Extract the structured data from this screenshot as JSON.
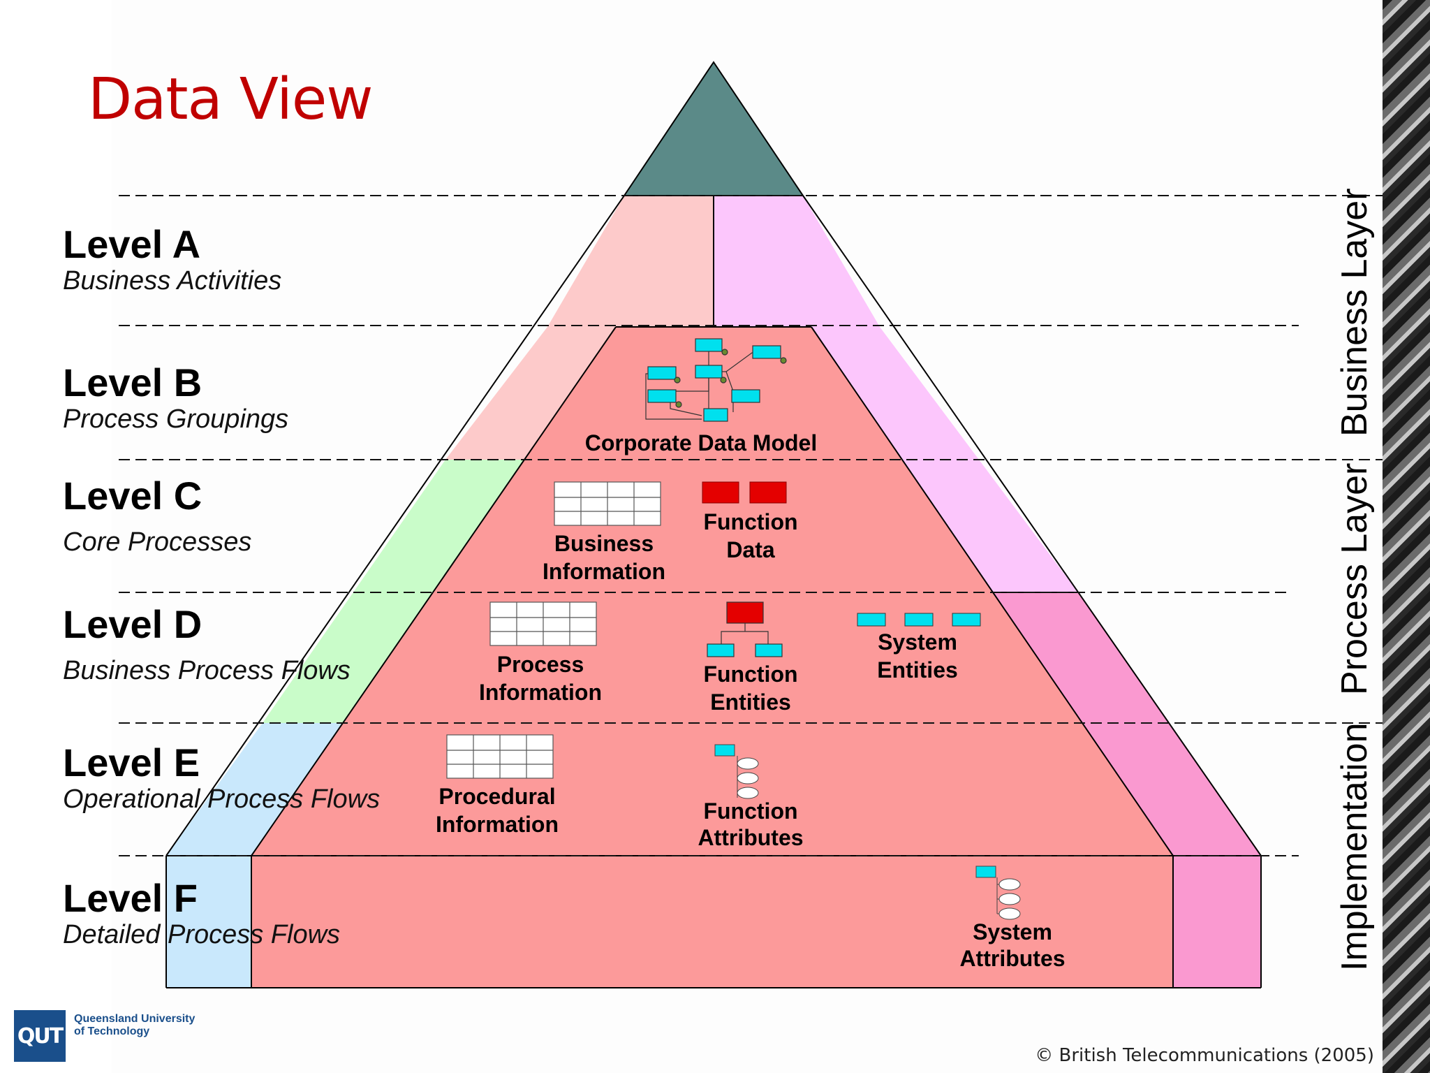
{
  "title": "Data View",
  "levels": [
    {
      "name": "Level A",
      "sub": "Business Activities"
    },
    {
      "name": "Level B",
      "sub": "Process Groupings"
    },
    {
      "name": "Level C",
      "sub": "Core Processes"
    },
    {
      "name": "Level D",
      "sub": "Business Process Flows"
    },
    {
      "name": "Level E",
      "sub": "Operational Process Flows"
    },
    {
      "name": "Level F",
      "sub": "Detailed Process Flows"
    }
  ],
  "layers": {
    "business": "Business Layer",
    "process": "Process Layer",
    "implementation": "Implementation"
  },
  "labels": {
    "corporate_data_model": "Corporate  Data Model",
    "business_information": [
      "Business",
      "Information"
    ],
    "function_data": [
      "Function",
      "Data"
    ],
    "process_information": [
      "Process",
      "Information"
    ],
    "function_entities": [
      "Function",
      "Entities"
    ],
    "system_entities": [
      "System",
      "Entities"
    ],
    "procedural_information": [
      "Procedural",
      "Information"
    ],
    "function_attributes": [
      "Function",
      "Attributes"
    ],
    "system_attributes": [
      "System",
      "Attributes"
    ]
  },
  "colors": {
    "apex": "#5b8a88",
    "level_a_left": "#fdcaca",
    "level_a_right": "#fcc6fc",
    "core": "#fc9a9a",
    "green_band": "#c9fcc9",
    "blue_band": "#c9e8fc",
    "pink_band": "#fa99d0",
    "accent_red": "#c00000",
    "entity_cyan": "#00e0ee",
    "entity_red": "#e40000"
  },
  "logo": {
    "mark": "QUT",
    "name_line1": "Queensland University",
    "name_line2": "of Technology"
  },
  "copyright": "© British Telecommunications (2005)"
}
